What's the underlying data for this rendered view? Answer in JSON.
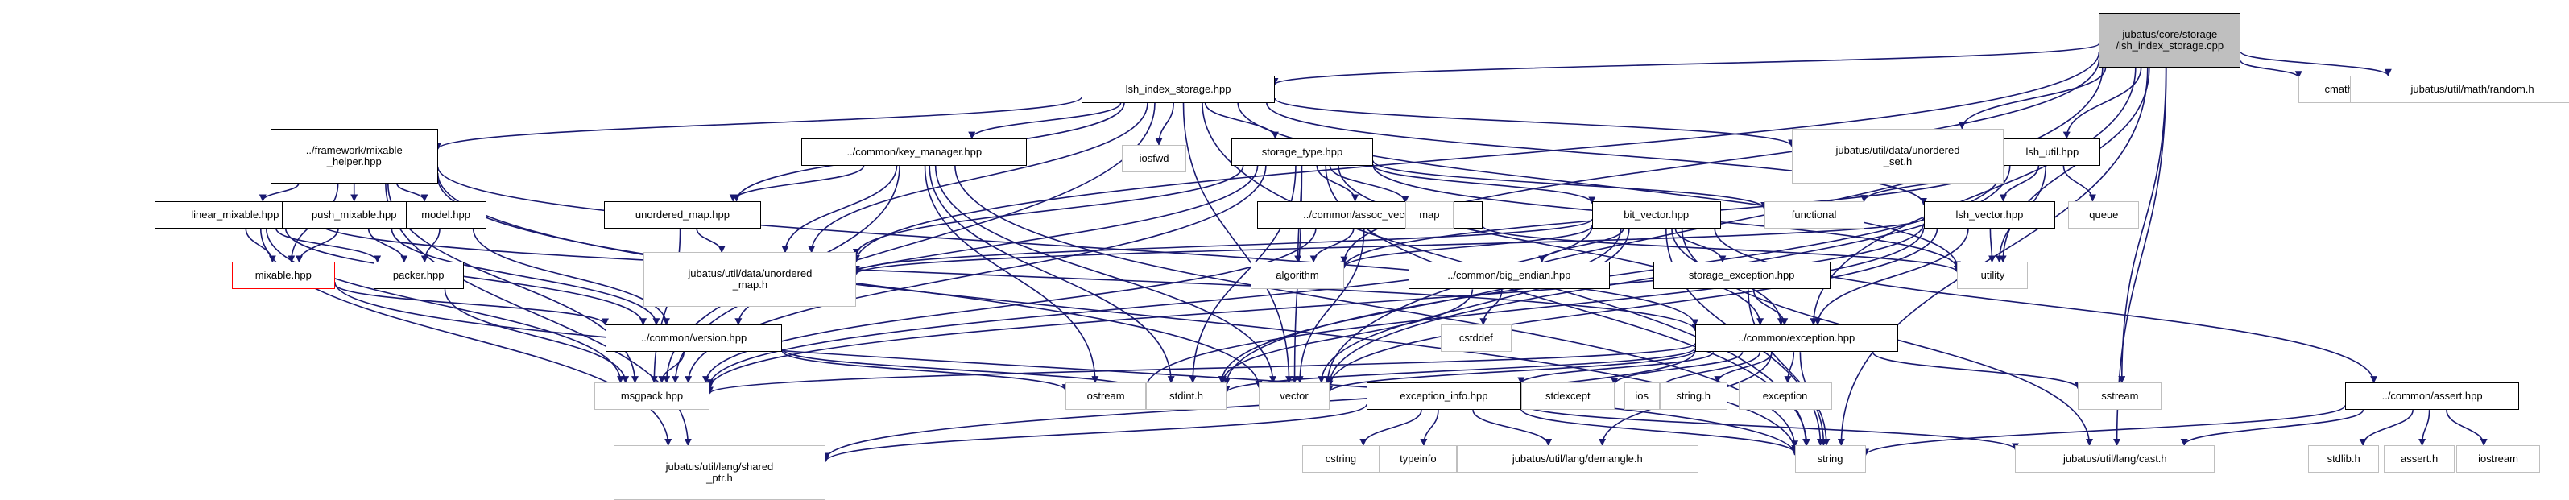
{
  "diagram": {
    "title": "",
    "colors": {
      "edge": "#191970",
      "root_fill": "#bfbfbf",
      "system_border": "#bfbfbf",
      "local_border": "#000000",
      "unresolved_border": "#ff0000"
    },
    "nodes": [
      {
        "id": "root",
        "label": "jubatus/core/storage\n/lsh_index_storage.cpp",
        "kind": "root"
      },
      {
        "id": "lsh_index_storage_hpp",
        "label": "lsh_index_storage.hpp",
        "kind": "local"
      },
      {
        "id": "cmath",
        "label": "cmath",
        "kind": "system"
      },
      {
        "id": "random_h",
        "label": "jubatus/util/math/random.h",
        "kind": "system"
      },
      {
        "id": "mixable_helper_hpp",
        "label": "../framework/mixable\n_helper.hpp",
        "kind": "local"
      },
      {
        "id": "key_manager_hpp",
        "label": "../common/key_manager.hpp",
        "kind": "local"
      },
      {
        "id": "iosfwd",
        "label": "iosfwd",
        "kind": "system"
      },
      {
        "id": "storage_type_hpp",
        "label": "storage_type.hpp",
        "kind": "local"
      },
      {
        "id": "unordered_set_h",
        "label": "jubatus/util/data/unordered\n_set.h",
        "kind": "system"
      },
      {
        "id": "lsh_util_hpp",
        "label": "lsh_util.hpp",
        "kind": "local"
      },
      {
        "id": "functional",
        "label": "functional",
        "kind": "system"
      },
      {
        "id": "queue",
        "label": "queue",
        "kind": "system"
      },
      {
        "id": "lsh_vector_hpp",
        "label": "lsh_vector.hpp",
        "kind": "local"
      },
      {
        "id": "linear_mixable_hpp",
        "label": "linear_mixable.hpp",
        "kind": "local"
      },
      {
        "id": "push_mixable_hpp",
        "label": "push_mixable.hpp",
        "kind": "local"
      },
      {
        "id": "model_hpp",
        "label": "model.hpp",
        "kind": "local"
      },
      {
        "id": "unordered_map_hpp",
        "label": "unordered_map.hpp",
        "kind": "local"
      },
      {
        "id": "assoc_vector_hpp",
        "label": "../common/assoc_vector.hpp",
        "kind": "local"
      },
      {
        "id": "map",
        "label": "map",
        "kind": "system"
      },
      {
        "id": "bit_vector_hpp",
        "label": "bit_vector.hpp",
        "kind": "local"
      },
      {
        "id": "utility",
        "label": "utility",
        "kind": "system"
      },
      {
        "id": "mixable_hpp",
        "label": "mixable.hpp",
        "kind": "unresolved"
      },
      {
        "id": "packer_hpp",
        "label": "packer.hpp",
        "kind": "local"
      },
      {
        "id": "unordered_map_h",
        "label": "jubatus/util/data/unordered\n_map.h",
        "kind": "system"
      },
      {
        "id": "algorithm",
        "label": "algorithm",
        "kind": "system"
      },
      {
        "id": "big_endian_hpp",
        "label": "../common/big_endian.hpp",
        "kind": "local"
      },
      {
        "id": "storage_exception_hpp",
        "label": "storage_exception.hpp",
        "kind": "local"
      },
      {
        "id": "cstddef",
        "label": "cstddef",
        "kind": "system"
      },
      {
        "id": "version_hpp",
        "label": "../common/version.hpp",
        "kind": "local"
      },
      {
        "id": "exception_hpp",
        "label": "../common/exception.hpp",
        "kind": "local"
      },
      {
        "id": "msgpack_hpp",
        "label": "msgpack.hpp",
        "kind": "system"
      },
      {
        "id": "ostream",
        "label": "ostream",
        "kind": "system"
      },
      {
        "id": "stdint_h",
        "label": "stdint.h",
        "kind": "system"
      },
      {
        "id": "vector",
        "label": "vector",
        "kind": "system"
      },
      {
        "id": "stdexcept",
        "label": "stdexcept",
        "kind": "system"
      },
      {
        "id": "ios",
        "label": "ios",
        "kind": "system"
      },
      {
        "id": "string_h",
        "label": "string.h",
        "kind": "system"
      },
      {
        "id": "exception",
        "label": "exception",
        "kind": "system"
      },
      {
        "id": "sstream",
        "label": "sstream",
        "kind": "system"
      },
      {
        "id": "exception_info_hpp",
        "label": "exception_info.hpp",
        "kind": "local"
      },
      {
        "id": "assert_hpp",
        "label": "../common/assert.hpp",
        "kind": "local"
      },
      {
        "id": "shared_ptr_h",
        "label": "jubatus/util/lang/shared\n_ptr.h",
        "kind": "system"
      },
      {
        "id": "cstring",
        "label": "cstring",
        "kind": "system"
      },
      {
        "id": "typeinfo",
        "label": "typeinfo",
        "kind": "system"
      },
      {
        "id": "demangle_h",
        "label": "jubatus/util/lang/demangle.h",
        "kind": "system"
      },
      {
        "id": "string",
        "label": "string",
        "kind": "system"
      },
      {
        "id": "cast_h",
        "label": "jubatus/util/lang/cast.h",
        "kind": "system"
      },
      {
        "id": "stdlib_h",
        "label": "stdlib.h",
        "kind": "system"
      },
      {
        "id": "assert_h",
        "label": "assert.h",
        "kind": "system"
      },
      {
        "id": "iostream",
        "label": "iostream",
        "kind": "system"
      }
    ],
    "edges": [
      [
        "root",
        "lsh_index_storage_hpp"
      ],
      [
        "root",
        "cmath"
      ],
      [
        "root",
        "random_h"
      ],
      [
        "root",
        "unordered_set_h"
      ],
      [
        "root",
        "lsh_util_hpp"
      ],
      [
        "root",
        "utility"
      ],
      [
        "root",
        "sstream"
      ],
      [
        "root",
        "vector"
      ],
      [
        "root",
        "string"
      ],
      [
        "root",
        "cast_h"
      ],
      [
        "root",
        "unordered_map_h"
      ],
      [
        "root",
        "algorithm"
      ],
      [
        "root",
        "exception_hpp"
      ],
      [
        "lsh_index_storage_hpp",
        "mixable_helper_hpp"
      ],
      [
        "lsh_index_storage_hpp",
        "key_manager_hpp"
      ],
      [
        "lsh_index_storage_hpp",
        "iosfwd"
      ],
      [
        "lsh_index_storage_hpp",
        "storage_type_hpp"
      ],
      [
        "lsh_index_storage_hpp",
        "unordered_set_h"
      ],
      [
        "lsh_index_storage_hpp",
        "unordered_map_hpp"
      ],
      [
        "lsh_index_storage_hpp",
        "unordered_map_h"
      ],
      [
        "lsh_index_storage_hpp",
        "lsh_vector_hpp"
      ],
      [
        "lsh_index_storage_hpp",
        "msgpack_hpp"
      ],
      [
        "lsh_index_storage_hpp",
        "utility"
      ],
      [
        "lsh_index_storage_hpp",
        "vector"
      ],
      [
        "lsh_index_storage_hpp",
        "string"
      ],
      [
        "mixable_helper_hpp",
        "linear_mixable_hpp"
      ],
      [
        "mixable_helper_hpp",
        "push_mixable_hpp"
      ],
      [
        "mixable_helper_hpp",
        "model_hpp"
      ],
      [
        "mixable_helper_hpp",
        "mixable_hpp"
      ],
      [
        "mixable_helper_hpp",
        "msgpack_hpp"
      ],
      [
        "mixable_helper_hpp",
        "shared_ptr_h"
      ],
      [
        "mixable_helper_hpp",
        "string"
      ],
      [
        "mixable_helper_hpp",
        "vector"
      ],
      [
        "mixable_helper_hpp",
        "exception_hpp"
      ],
      [
        "linear_mixable_hpp",
        "mixable_hpp"
      ],
      [
        "linear_mixable_hpp",
        "packer_hpp"
      ],
      [
        "linear_mixable_hpp",
        "version_hpp"
      ],
      [
        "linear_mixable_hpp",
        "msgpack_hpp"
      ],
      [
        "linear_mixable_hpp",
        "shared_ptr_h"
      ],
      [
        "linear_mixable_hpp",
        "exception_hpp"
      ],
      [
        "push_mixable_hpp",
        "mixable_hpp"
      ],
      [
        "push_mixable_hpp",
        "packer_hpp"
      ],
      [
        "push_mixable_hpp",
        "version_hpp"
      ],
      [
        "model_hpp",
        "packer_hpp"
      ],
      [
        "model_hpp",
        "version_hpp"
      ],
      [
        "mixable_hpp",
        "version_hpp"
      ],
      [
        "mixable_hpp",
        "string"
      ],
      [
        "packer_hpp",
        "msgpack_hpp"
      ],
      [
        "key_manager_hpp",
        "unordered_map_hpp"
      ],
      [
        "key_manager_hpp",
        "unordered_map_h"
      ],
      [
        "key_manager_hpp",
        "msgpack_hpp"
      ],
      [
        "key_manager_hpp",
        "string"
      ],
      [
        "key_manager_hpp",
        "vector"
      ],
      [
        "key_manager_hpp",
        "stdint_h"
      ],
      [
        "key_manager_hpp",
        "ostream"
      ],
      [
        "storage_type_hpp",
        "unordered_map_h"
      ],
      [
        "storage_type_hpp",
        "assoc_vector_hpp"
      ],
      [
        "storage_type_hpp",
        "map"
      ],
      [
        "storage_type_hpp",
        "bit_vector_hpp"
      ],
      [
        "storage_type_hpp",
        "functional"
      ],
      [
        "storage_type_hpp",
        "utility"
      ],
      [
        "storage_type_hpp",
        "version_hpp"
      ],
      [
        "storage_type_hpp",
        "msgpack_hpp"
      ],
      [
        "storage_type_hpp",
        "vector"
      ],
      [
        "storage_type_hpp",
        "string"
      ],
      [
        "storage_type_hpp",
        "algorithm"
      ],
      [
        "storage_type_hpp",
        "stdint_h"
      ],
      [
        "storage_type_hpp",
        "exception_hpp"
      ],
      [
        "unordered_map_hpp",
        "unordered_map_h"
      ],
      [
        "unordered_map_hpp",
        "msgpack_hpp"
      ],
      [
        "assoc_vector_hpp",
        "algorithm"
      ],
      [
        "assoc_vector_hpp",
        "utility"
      ],
      [
        "assoc_vector_hpp",
        "vector"
      ],
      [
        "assoc_vector_hpp",
        "msgpack_hpp"
      ],
      [
        "bit_vector_hpp",
        "algorithm"
      ],
      [
        "bit_vector_hpp",
        "big_endian_hpp"
      ],
      [
        "bit_vector_hpp",
        "storage_exception_hpp"
      ],
      [
        "bit_vector_hpp",
        "vector"
      ],
      [
        "bit_vector_hpp",
        "string"
      ],
      [
        "bit_vector_hpp",
        "cast_h"
      ],
      [
        "bit_vector_hpp",
        "msgpack_hpp"
      ],
      [
        "bit_vector_hpp",
        "assert_hpp"
      ],
      [
        "bit_vector_hpp",
        "exception_hpp"
      ],
      [
        "bit_vector_hpp",
        "stdint_h"
      ],
      [
        "bit_vector_hpp",
        "unordered_map_h"
      ],
      [
        "big_endian_hpp",
        "cstddef"
      ],
      [
        "big_endian_hpp",
        "stdint_h"
      ],
      [
        "storage_exception_hpp",
        "exception_hpp"
      ],
      [
        "storage_exception_hpp",
        "string"
      ],
      [
        "version_hpp",
        "ostream"
      ],
      [
        "version_hpp",
        "stdint_h"
      ],
      [
        "version_hpp",
        "msgpack_hpp"
      ],
      [
        "exception_hpp",
        "stdexcept"
      ],
      [
        "exception_hpp",
        "ios"
      ],
      [
        "exception_hpp",
        "string_h"
      ],
      [
        "exception_hpp",
        "exception"
      ],
      [
        "exception_hpp",
        "sstream"
      ],
      [
        "exception_hpp",
        "string"
      ],
      [
        "exception_hpp",
        "vector"
      ],
      [
        "exception_hpp",
        "stdint_h"
      ],
      [
        "exception_hpp",
        "exception_info_hpp"
      ],
      [
        "exception_hpp",
        "shared_ptr_h"
      ],
      [
        "exception_hpp",
        "demangle_h"
      ],
      [
        "exception_hpp",
        "msgpack_hpp"
      ],
      [
        "exception_info_hpp",
        "cstring"
      ],
      [
        "exception_info_hpp",
        "typeinfo"
      ],
      [
        "exception_info_hpp",
        "demangle_h"
      ],
      [
        "exception_info_hpp",
        "string"
      ],
      [
        "exception_info_hpp",
        "shared_ptr_h"
      ],
      [
        "exception_info_hpp",
        "cast_h"
      ],
      [
        "lsh_util_hpp",
        "functional"
      ],
      [
        "lsh_util_hpp",
        "queue"
      ],
      [
        "lsh_util_hpp",
        "utility"
      ],
      [
        "lsh_util_hpp",
        "lsh_vector_hpp"
      ],
      [
        "lsh_util_hpp",
        "vector"
      ],
      [
        "lsh_util_hpp",
        "algorithm"
      ],
      [
        "lsh_util_hpp",
        "stdint_h"
      ],
      [
        "lsh_vector_hpp",
        "utility"
      ],
      [
        "lsh_vector_hpp",
        "vector"
      ],
      [
        "lsh_vector_hpp",
        "unordered_map_h"
      ],
      [
        "lsh_vector_hpp",
        "msgpack_hpp"
      ],
      [
        "lsh_vector_hpp",
        "ostream"
      ],
      [
        "lsh_vector_hpp",
        "exception_hpp"
      ],
      [
        "assert_hpp",
        "stdlib_h"
      ],
      [
        "assert_hpp",
        "assert_h"
      ],
      [
        "assert_hpp",
        "iostream"
      ],
      [
        "assert_hpp",
        "string"
      ],
      [
        "assert_hpp",
        "cast_h"
      ]
    ]
  }
}
